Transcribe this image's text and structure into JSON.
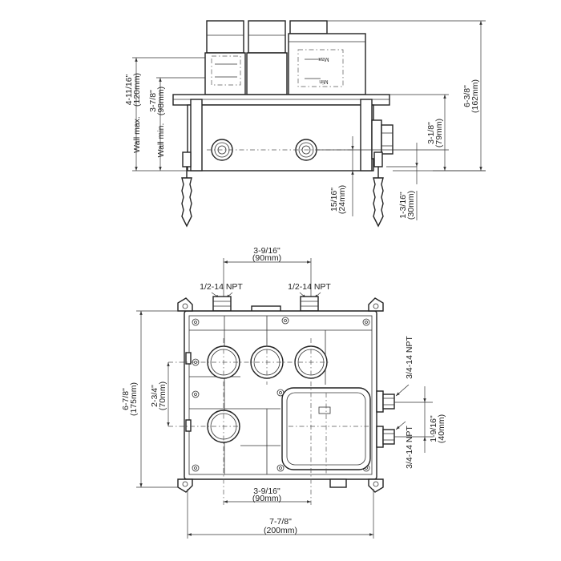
{
  "side_view": {
    "wall_max": "Wall max.",
    "wall_max_in": "4-11/16\"",
    "wall_max_mm": "(120mm)",
    "wall_min": "Wall min.",
    "wall_min_in": "3-7/8\"",
    "wall_min_mm": "(98mm)",
    "total_height_in": "6-3/8\"",
    "total_height_mm": "(162mm)",
    "outlet_height_in": "3-1/8\"",
    "outlet_height_mm": "(79mm)",
    "inlet_offset_in": "15/16\"",
    "inlet_offset_mm": "(24mm)",
    "stud_offset_in": "1-3/16\"",
    "stud_offset_mm": "(30mm)",
    "max_mark": "Max",
    "min_mark": "Min"
  },
  "front_view": {
    "top_spacing_in": "3-9/16\"",
    "top_spacing_mm": "(90mm)",
    "inlet_left": "1/2-14 NPT",
    "inlet_right": "1/2-14 NPT",
    "outlet_top": "3/4-14 NPT",
    "outlet_bottom": "3/4-14 NPT",
    "height_in": "6-7/8\"",
    "height_mm": "(175mm)",
    "row_spacing_in": "2-3/4\"",
    "row_spacing_mm": "(70mm)",
    "outlet_spacing_in": "1-9/16\"",
    "outlet_spacing_mm": "(40mm)",
    "bottom_spacing_in": "3-9/16\"",
    "bottom_spacing_mm": "(90mm)",
    "width_in": "7-7/8\"",
    "width_mm": "(200mm)"
  }
}
